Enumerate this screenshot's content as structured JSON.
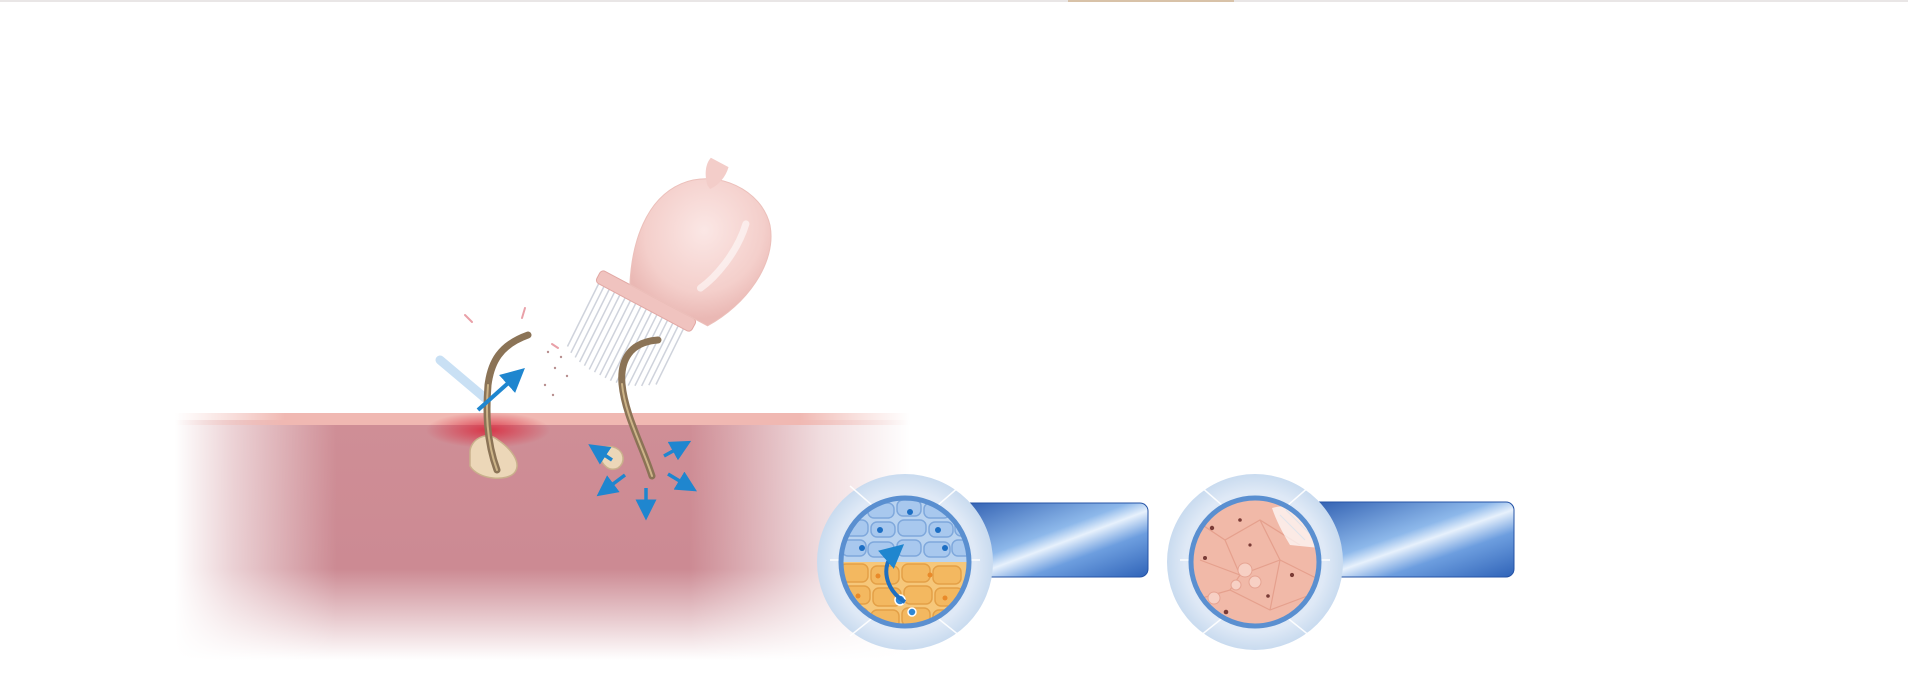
{
  "illustration": {
    "kind": "skin-brush-diagram",
    "icons": [
      "skin-cross-section",
      "facial-brush",
      "hair-follicle",
      "arrow-icon",
      "magnifier-cell-layer",
      "magnifier-skin-surface"
    ],
    "colors": {
      "skin": "#cf8f97",
      "skin_surface": "#f0b9b4",
      "brush_head": "#f5d3d0",
      "bristles": "#e4e6ec",
      "hair": "#8b7356",
      "follicle": "#ecd7b8",
      "arrow": "#1f86cf",
      "banner": "#2f63b8",
      "cells_blue": "#9cc0ea",
      "cells_orange": "#f2b25a",
      "skin_patch": "#f1b9a8"
    }
  },
  "callouts": [
    {
      "id": "cell-renewal",
      "label": ""
    },
    {
      "id": "skin-texture",
      "label": ""
    }
  ]
}
